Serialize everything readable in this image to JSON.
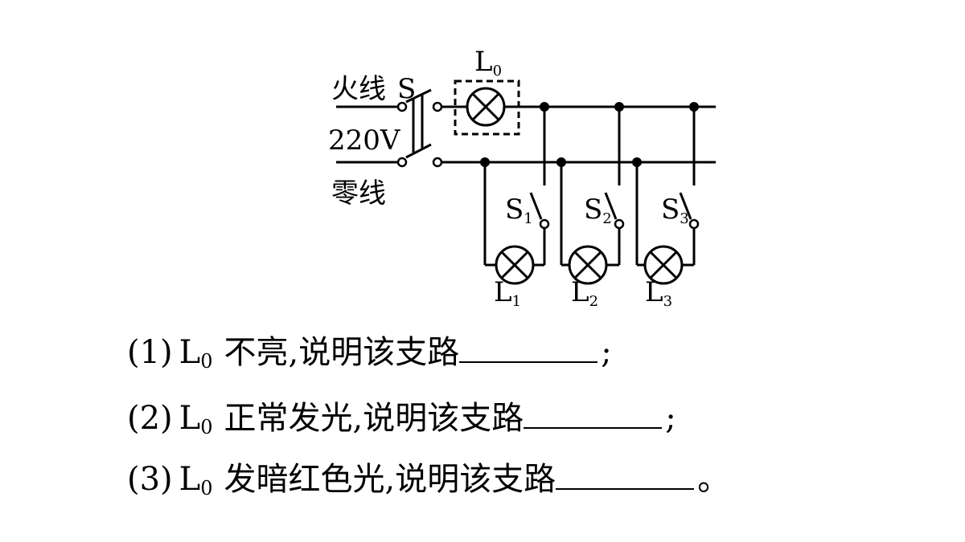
{
  "diagram": {
    "live_wire_label": "火线",
    "voltage_label": "220V",
    "neutral_wire_label": "零线",
    "main_switch_label": "S",
    "test_lamp_label": "L",
    "test_lamp_sub": "0",
    "branches": [
      {
        "switch_label": "S",
        "switch_sub": "1",
        "lamp_label": "L",
        "lamp_sub": "1"
      },
      {
        "switch_label": "S",
        "switch_sub": "2",
        "lamp_label": "L",
        "lamp_sub": "2"
      },
      {
        "switch_label": "S",
        "switch_sub": "3",
        "lamp_label": "L",
        "lamp_sub": "3"
      }
    ]
  },
  "questions": [
    {
      "number": "(1)",
      "lamp": "L",
      "lamp_sub": "0",
      "text": "不亮,说明该支路",
      "end": ";"
    },
    {
      "number": "(2)",
      "lamp": "L",
      "lamp_sub": "0",
      "text": "正常发光,说明该支路",
      "end": ";"
    },
    {
      "number": "(3)",
      "lamp": "L",
      "lamp_sub": "0",
      "text": "发暗红色光,说明该支路",
      "end": "。"
    }
  ]
}
